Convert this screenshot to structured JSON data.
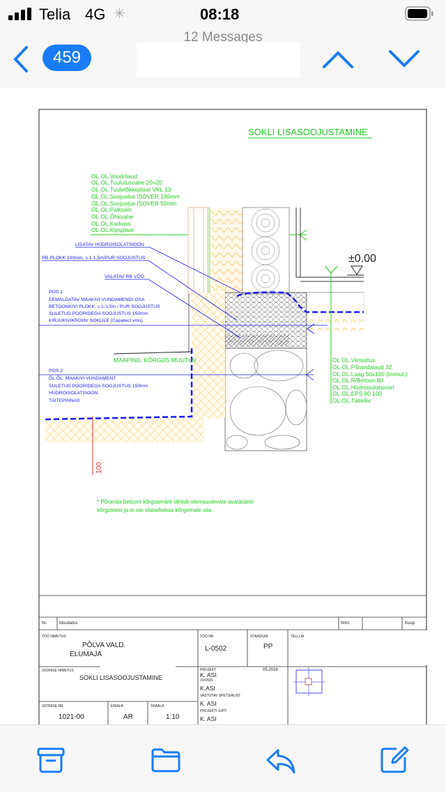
{
  "status_bar": {
    "carrier": "Telia",
    "network": "4G",
    "time": "08:18"
  },
  "nav": {
    "back_count": "459",
    "subtitle": "12 Messages"
  },
  "drawing": {
    "title": "SOKLI LISASOOJUSTAMINE",
    "wall_layers": [
      "OL.OL.Voodrilaud",
      "OL.OL.Tuulutusvahe  20+20",
      "OL.OL.Tuuletõkkeplaat  VKL  13",
      "OL.OL.Soojustus   ISOVER  100mm",
      "OL.OL.Soojustus   ISOVER  50mm",
      "OL.OL.Palksein",
      "OL.OL.Õhkvahe",
      "OL.OL.Karkass",
      "OL.OL.Kipsplaat"
    ],
    "label_hydro": "LISATAV HÜDROISOLATSIOON",
    "label_rb_block": "RB PLOKK 190mm, s.1-1,5m/PUR SOOJUSTUS",
    "label_rb_belt": "VALATAV RB VÖÖ",
    "pos1": [
      "POS.1:",
      "EEMALDATAV MAAKIVI VUNDAMENDI OSA",
      "BETOONKIVI PLOKK. s.1-1,5m / PUR SOOJUSTUS",
      "SULETUD POORIDEGA SOOJUSTUS 150mm",
      "KIRJUKIVIKROHV SOKLILE (Capatect vms)"
    ],
    "ground": "MAAPIND, KÕRGUS MUUTUV",
    "pos2": [
      "POS.2:",
      "ÕL.ÕL. MAAKIVI VUNDAMENT",
      "SULETUD POORIDEGA SOOJUSTUS 150mm",
      "HÜDROISOLATSIOON",
      "TÄITEPINNAS"
    ],
    "level": "±0.00",
    "floor_layers": [
      "OL.OL.Viimistlus",
      "OL.OL.Põrandalaud  32",
      "OL.OL.Laag  50x100  (immut.)",
      "OL.OL.R/Betoon  80",
      "OL.OL.Hüdroisolatsioon",
      "OL.OL.EPS  80  100",
      "OL.OL.Täiteliiv"
    ],
    "dimension": "100",
    "note": [
      "*  Põranda  betooni  kõrgusmärk  lähtub  olemasolevate  avatäidete",
      "kõrgustest  ja  ei  ole  otstarbekas  kõrgemale  viia."
    ]
  },
  "title_block": {
    "nr": "Nr.",
    "change": "Muudatus",
    "name": "Nimi",
    "date": "Kuup.",
    "work_name_label": "TÖÖ NIMETUS",
    "work_name_1": "PÕLVA  VALD.",
    "work_name_2": "ELUMAJA",
    "work_nr_label": "TÖÖ NR.",
    "work_nr": "L-0502",
    "stage_label": "STAADIUM",
    "stage": "PP",
    "client_label": "TELLIJA",
    "drawing_name_label": "JOONISE NIMETUS",
    "drawing_name": "SOKLI  LISASOOJUSTAMINE",
    "project_label": "PROJEKT",
    "project_date": "05.2024.",
    "project": "K. ASI",
    "drawing_label": "JOONIS",
    "drawer": "K.ASI",
    "specialist_label": "VASTUTAV SPETSIALIST",
    "specialist": "K. ASI",
    "manager_label": "PROJEKTI JUHT",
    "manager": "K. ASI",
    "drawing_nr_label": "JOONISE NR.",
    "drawing_nr": "1021-00",
    "field_label": "ERIALA",
    "field": "AR",
    "scale_label": "SKAALA",
    "scale": "1:10"
  },
  "colors": {
    "accent": "#1a7cf5",
    "cad_green": "#22cc22",
    "cad_blue": "#1a1aff",
    "cad_yellow": "#f0c040"
  }
}
